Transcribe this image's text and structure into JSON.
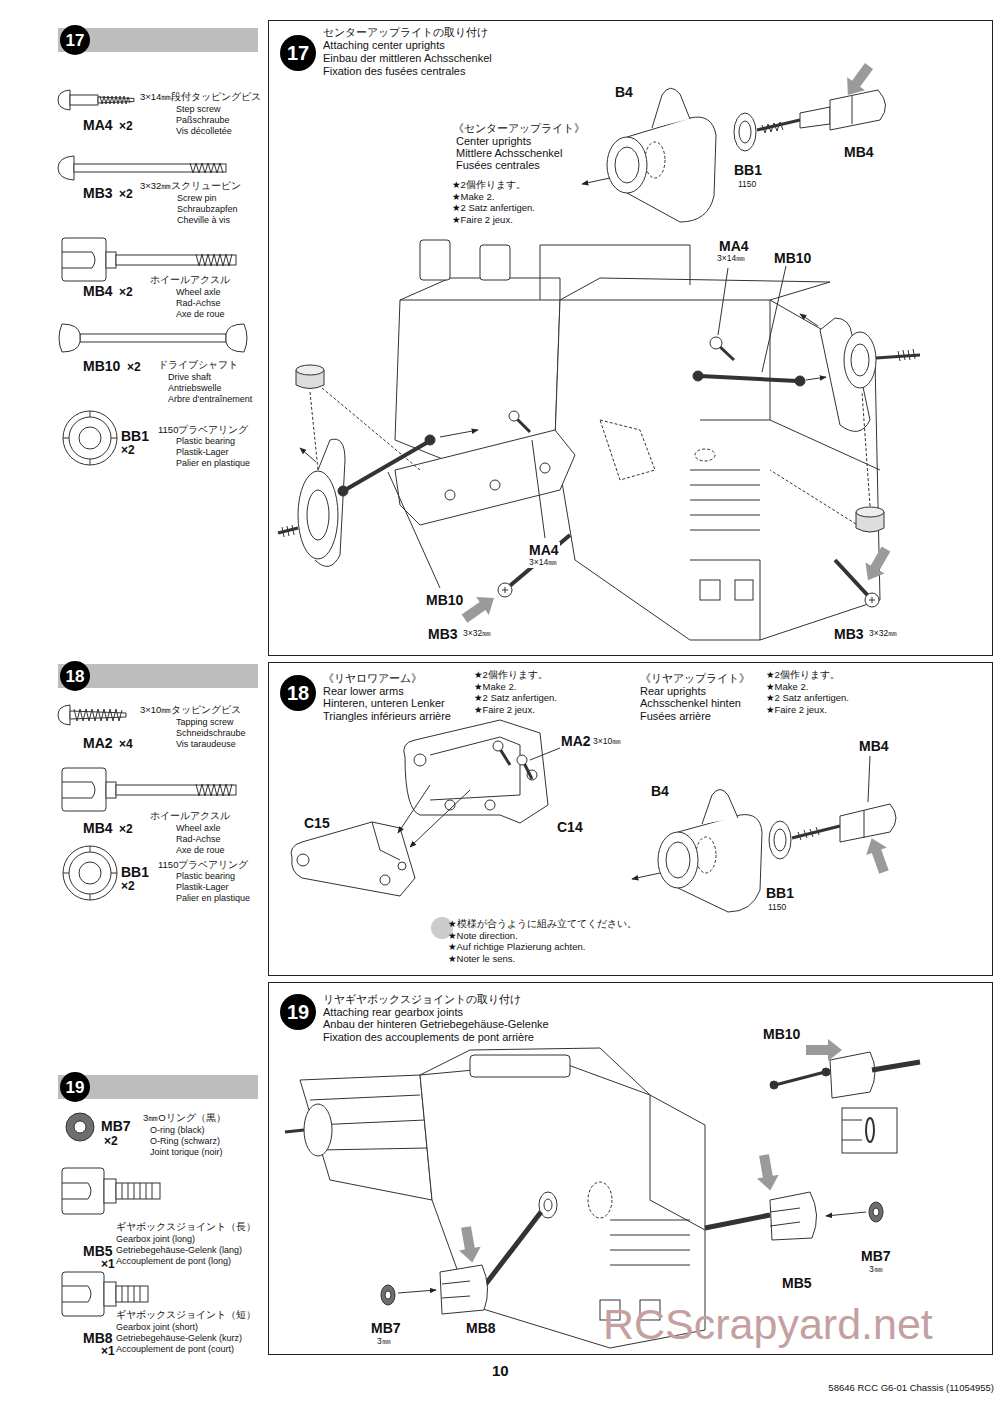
{
  "diagram": {
    "nodes": [
      {
        "text": [
          "センターアップライトの取り付け",
          "Attaching center uprights",
          "Einbau der mittleren Achsschenkel",
          "Fixation des fusées centrales"
        ]
      },
      {
        "text": [
          "17"
        ],
        "in": 0
      },
      {
        "text": [
          "《リヤロワアーム》",
          "Rear lower arms",
          "Hinteren, unteren Lenker",
          "Triangles inférieurs arrière"
        ]
      },
      {
        "text": [
          "18"
        ],
        "in": 2
      },
      {
        "text": [
          "リヤギヤボックスジョイントの取り付け",
          "Attaching rear gearbox joints",
          "Anbau der hinteren Getriebegehäuse-Gelenke",
          "Fixation des accouplements de pont arrière"
        ]
      },
      {
        "text": [
          "19"
        ],
        "in": 4
      },
      {
        "text": [
          "17"
        ]
      },
      {
        "text": [
          "18"
        ]
      },
      {
        "text": [
          "19"
        ]
      }
    ],
    "labels": [
      "3×14㎜段付タッピングビス",
      "Step screw",
      "Paßschraube",
      "Vis décolletée",
      "MA4",
      "×2",
      "3×32㎜スクリューピン",
      "Screw pin",
      "Schraubzapfen",
      "Cheville à vis",
      "MB3",
      "×2",
      "ホイールアクスル",
      "Wheel axle",
      "Rad-Achse",
      "Axe de roue",
      "MB4",
      "×2",
      "ドライブシャフト",
      "Drive shaft",
      "Antriebswelle",
      "Arbre d'entraînement",
      "MB10",
      "×2",
      "1150プラベアリング",
      "Plastic bearing",
      "Plastik-Lager",
      "Palier en plastique",
      "BB1",
      "×2",
      "3×10㎜タッピングビス",
      "Tapping screw",
      "Schneidschraube",
      "Vis taraudeuse",
      "MA2",
      "×4",
      "ホイールアクスル",
      "Wheel axle",
      "Rad-Achse",
      "Axe de roue",
      "MB4",
      "×2",
      "1150プラベアリング",
      "Plastic bearing",
      "Plastik-Lager",
      "Palier en plastique",
      "BB1",
      "×2",
      "3㎜Oリング（黒）",
      "O-ring (black)",
      "O-Ring (schwarz)",
      "Joint torique (noir)",
      "MB7",
      "×2",
      "ギヤボックスジョイント（長）",
      "Gearbox joint (long)",
      "Getriebegehäuse-Gelenk (lang)",
      "Accouplement de pont (long)",
      "MB5",
      "×1",
      "ギヤボックスジョイント（短）",
      "Gearbox joint (short)",
      "Getriebegehäuse-Gelenk (kurz)",
      "Accouplement de pont (court)",
      "MB8",
      "×1",
      "《センターアップライト》",
      "Center uprights",
      "Mittlere Achsschenkel",
      "Fusées centrales",
      "★2個作ります。",
      "★Make 2.",
      "★2 Satz anfertigen.",
      "★Faire 2 jeux.",
      "B4",
      "BB1",
      "1150",
      "MB4",
      "MA4",
      "3×14㎜",
      "MB10",
      "MB10",
      "MA4",
      "3×14㎜",
      "MB3",
      "3×32㎜",
      "MB3",
      "3×32㎜",
      "★2個作ります。",
      "★Make 2.",
      "★2 Satz anfertigen.",
      "★Faire 2 jeux.",
      "《リヤアップライト》",
      "Rear uprights",
      "Achsschenkel hinten",
      "Fusées arrière",
      "★2個作ります。",
      "★Make 2.",
      "★2 Satz anfertigen.",
      "★Faire 2 jeux.",
      "MA2",
      "3×10㎜",
      "C15",
      "C14",
      "B4",
      "MB4",
      "BB1",
      "1150",
      "★模様が合うように組み立ててください。",
      "★Note direction.",
      "★Auf richtige Plazierung achten.",
      "★Noter le sens.",
      "MB10",
      "MB7",
      "3㎜",
      "MB5",
      "MB7",
      "3㎜",
      "MB8",
      "10",
      "58646 RCC G6-01 Chassis (11054955)",
      "RCScrapyard.net"
    ]
  }
}
